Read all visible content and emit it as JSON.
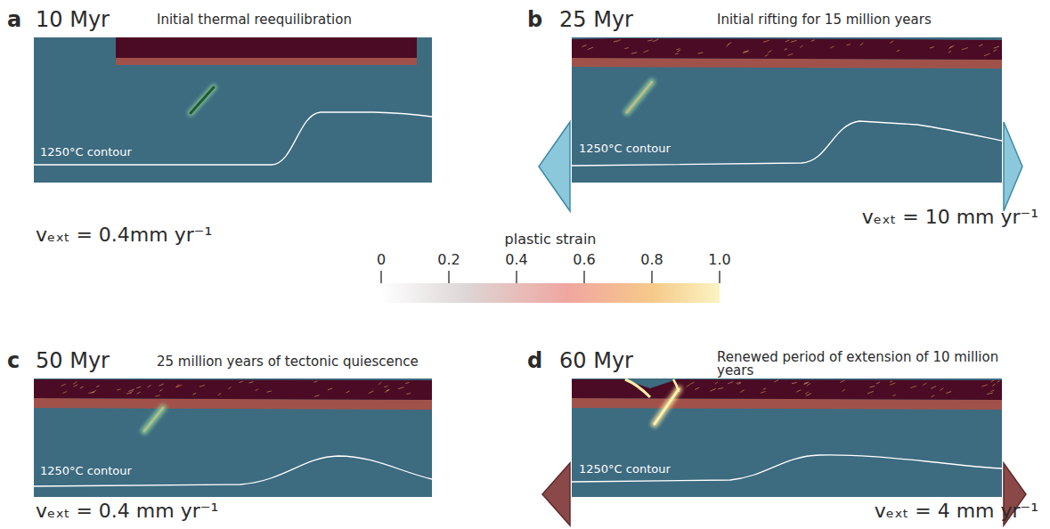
{
  "diagram": {
    "labels": [
      "a",
      "10 Myr",
      "Initial thermal reequilibration",
      "1250°C contour",
      "vₑₓₜ = 0.4mm yr⁻¹",
      "b",
      "25 Myr",
      "Initial rifting for 15 million years",
      "1250°C contour",
      "vₑₓₜ = 10 mm yr⁻¹",
      "plastic strain",
      "0",
      "0.2",
      "0.4",
      "0.6",
      "0.8",
      "1.0",
      "c",
      "50 Myr",
      "25 million years of tectonic quiescence",
      "1250°C contour",
      "vₑₓₜ = 0.4 mm yr⁻¹",
      "d",
      "60 Myr",
      "Renewed period of extension of 10 million years",
      "1250°C contour",
      "vₑₓₜ = 4 mm yr⁻¹"
    ]
  }
}
